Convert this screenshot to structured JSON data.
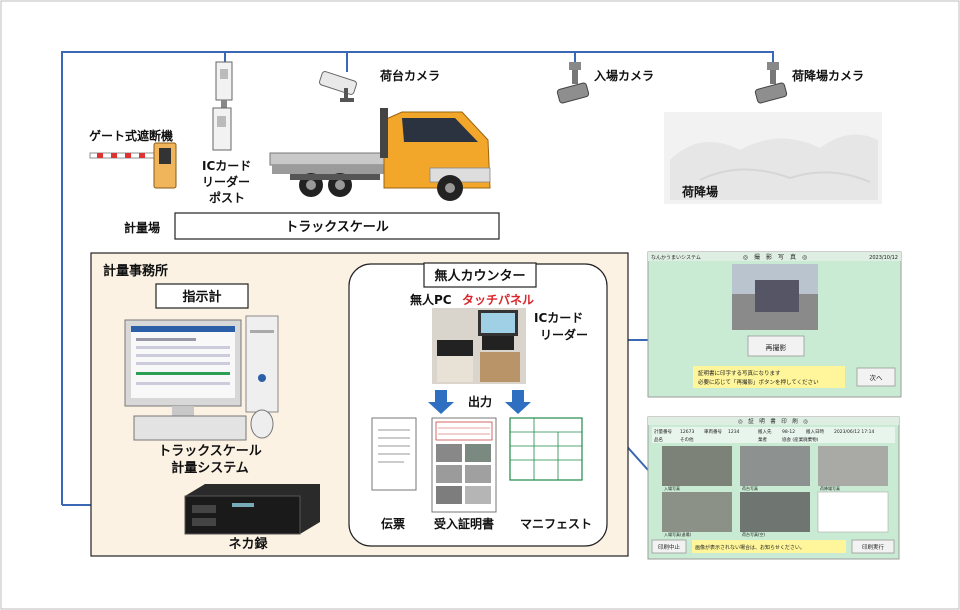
{
  "labels": {
    "gate": "ゲート式遮断機",
    "ic_post_1": "ICカード",
    "ic_post_2": "リーダー",
    "ic_post_3": "ポスト",
    "bed_camera": "荷台カメラ",
    "entry_camera": "入場カメラ",
    "unload_camera": "荷降場カメラ",
    "unload_area": "荷降場",
    "weighing_area": "計量場",
    "truck_scale": "トラックスケール",
    "office": "計量事務所",
    "indicator": "指示計",
    "system_1": "トラックスケール",
    "system_2": "計量システム",
    "recorder": "ネカ録",
    "counter": "無人カウンター",
    "unmanned_pc": "無人PC",
    "touch_panel": "タッチパネル",
    "ic_reader_1": "ICカード",
    "ic_reader_2": "リーダー",
    "output": "出力",
    "doc_slip": "伝票",
    "doc_certificate": "受入証明書",
    "doc_manifest": "マニフェスト"
  },
  "screen1": {
    "system_name": "なんかうまいシステム",
    "header": "◎　撮　影　写　真　◎",
    "date": "2023/10/12",
    "retake_button": "再撮影",
    "message_1": "証明書に印字する写真になります",
    "message_2": "必要に応じて「再撮影」ボタンを押してください",
    "next_button": "次へ"
  },
  "screen2": {
    "header": "◎　証　明　書　印　刷　◎",
    "row1": [
      "計量番号",
      "12673",
      "車両番号",
      "1234",
      "搬入先",
      "98-12",
      "搬入日時",
      "2023/06/12 17:14"
    ],
    "row2": [
      "品名",
      "その他",
      "業者",
      "協会 (産業廃棄物)"
    ],
    "photo_captions": [
      "入場写真",
      "荷台写真",
      "荷降場写真",
      "入場写真(退場)",
      "荷台写真(空)"
    ],
    "notice": "画像が表示されない場合は、お知らせください。",
    "cancel_button": "印刷中止",
    "print_button": "印刷実行"
  },
  "colors": {
    "line": "#3a68b4",
    "office_bg": "#fbf2e3",
    "screen_bg": "#c9ead3",
    "screen_header": "#a7d8b6",
    "arrow": "#2f6fc2",
    "touch_red": "#d9262d",
    "truck_orange": "#f2a62a",
    "note_yellow": "#fff59a"
  }
}
